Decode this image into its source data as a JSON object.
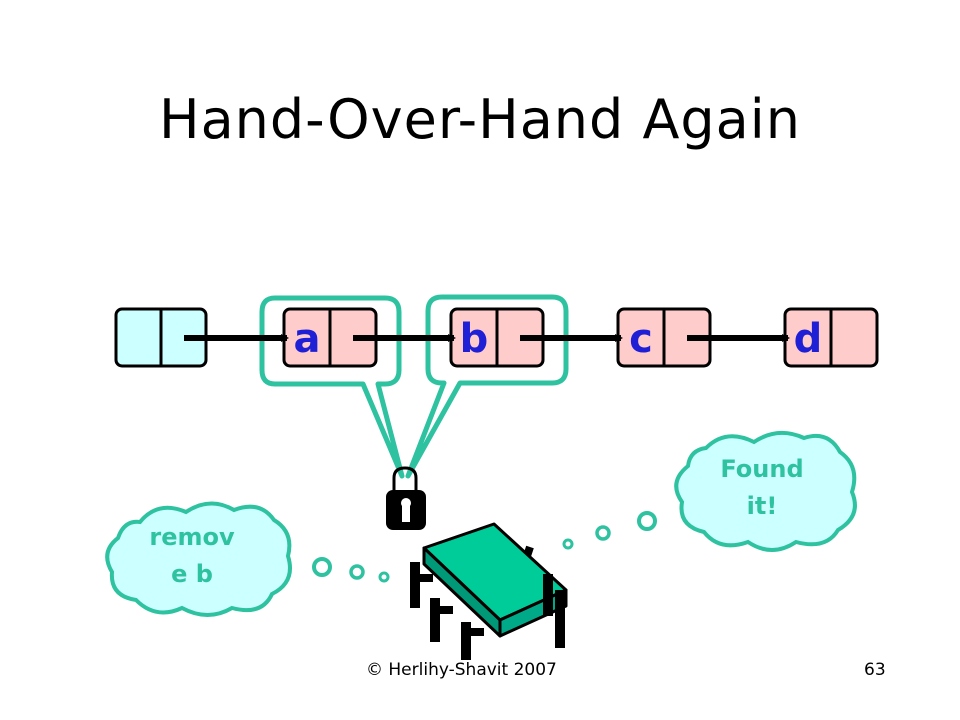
{
  "title": "Hand-Over-Hand Again",
  "nodes": [
    {
      "label": ""
    },
    {
      "label": "a"
    },
    {
      "label": "b"
    },
    {
      "label": "c"
    },
    {
      "label": "d"
    }
  ],
  "thought_left": [
    "remov",
    "e b"
  ],
  "thought_right": [
    "Found",
    "it!"
  ],
  "footer": {
    "copyright": "© Herlihy-Shavit 2007",
    "page_number": "63"
  },
  "colors": {
    "head_node": "#ccffff",
    "list_node": "#ffcccc",
    "lock_outline": "#2ec2a0",
    "thread": "#00cc99",
    "node_label": "#1f1fd6"
  },
  "icons": [
    "padlock-icon",
    "thread-chip-icon",
    "thought-cloud-icon"
  ]
}
